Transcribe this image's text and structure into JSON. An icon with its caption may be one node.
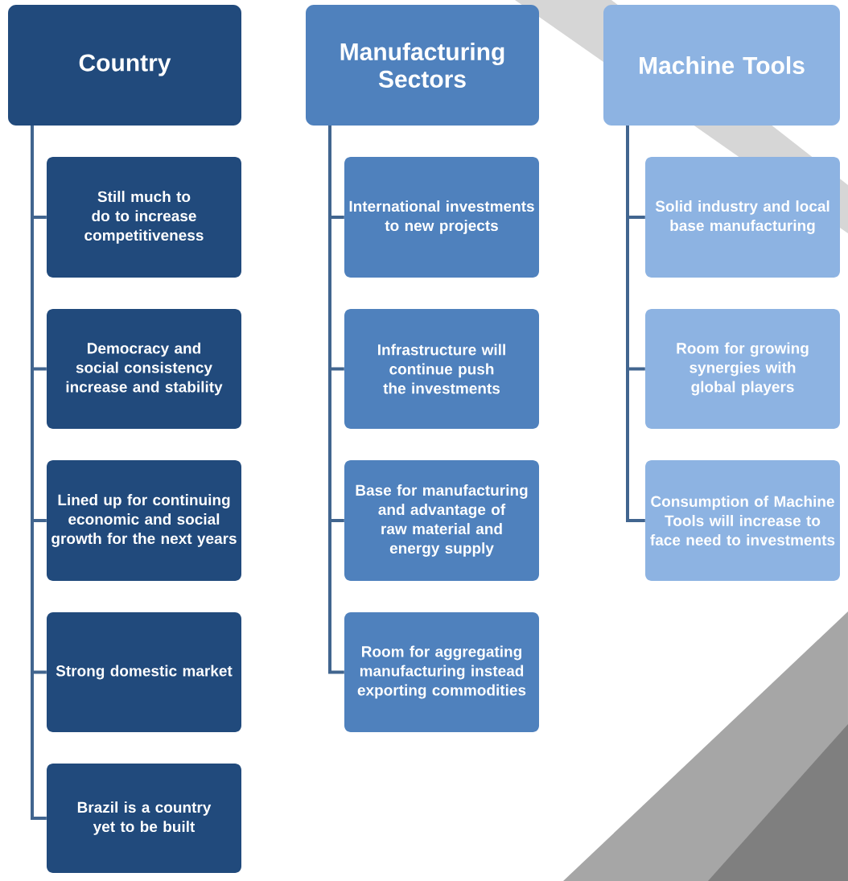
{
  "diagram": {
    "nodes": [
      {
        "text": [
          "Country"
        ]
      },
      {
        "text": [
          "Still much to do to increase competitiveness"
        ]
      },
      {
        "text": [
          "Democracy and social consistency increase and stability"
        ]
      },
      {
        "text": [
          "Lined up for continuing economic and social growth for the next years"
        ]
      },
      {
        "text": [
          "Strong  domestic market"
        ]
      },
      {
        "text": [
          "Brazil is a country yet to be built"
        ]
      },
      {
        "text": [
          "Manufacturing Sectors"
        ]
      },
      {
        "text": [
          "International investments to new projects"
        ]
      },
      {
        "text": [
          "Infrastructure will continue push the investments"
        ]
      },
      {
        "text": [
          "Base for manufacturing and advantage of raw material and energy supply"
        ]
      },
      {
        "text": [
          "Room for aggregating manufacturing instead exporting commodities"
        ]
      },
      {
        "text": [
          "Machine Tools"
        ]
      },
      {
        "text": [
          "Solid industry and local base manufacturing"
        ]
      },
      {
        "text": [
          "Room for growing synergies with global players"
        ]
      },
      {
        "text": [
          "Consumption of Machine Tools will increase to face need to investments"
        ]
      }
    ],
    "edges": [
      {
        "from": 0,
        "to": 1,
        "arrow": "none"
      },
      {
        "from": 0,
        "to": 2,
        "arrow": "none"
      },
      {
        "from": 0,
        "to": 3,
        "arrow": "none"
      },
      {
        "from": 0,
        "to": 4,
        "arrow": "none"
      },
      {
        "from": 0,
        "to": 5,
        "arrow": "none"
      },
      {
        "from": 6,
        "to": 7,
        "arrow": "none"
      },
      {
        "from": 6,
        "to": 8,
        "arrow": "none"
      },
      {
        "from": 6,
        "to": 9,
        "arrow": "none"
      },
      {
        "from": 6,
        "to": 10,
        "arrow": "none"
      },
      {
        "from": 11,
        "to": 12,
        "arrow": "none"
      },
      {
        "from": 11,
        "to": 13,
        "arrow": "none"
      },
      {
        "from": 11,
        "to": 14,
        "arrow": "none"
      }
    ]
  }
}
